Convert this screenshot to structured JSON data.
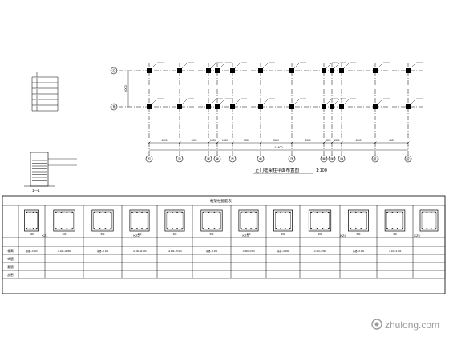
{
  "plan": {
    "title": "正门框架柱平面布置图",
    "scale": "1:100",
    "axes_horizontal": [
      "①",
      "②",
      "③",
      "④",
      "⑤",
      "⑥",
      "⑦",
      "⑧",
      "⑨",
      "⑩",
      "⑪",
      "⑫"
    ],
    "axes_vertical": [
      "Ⓒ",
      "Ⓑ"
    ],
    "dim_segments": [
      "4000",
      "4000",
      "1500",
      "1500",
      "3000",
      "3000",
      "3000",
      "1500",
      "1500",
      "4000",
      "4000"
    ],
    "dim_total": "14400",
    "dim_vertical": "6000"
  },
  "detail": {
    "label": "1—1"
  },
  "table": {
    "title": "框架柱配筋表",
    "groups": [
      "KZ1",
      "KZ2",
      "KZ3",
      "KZ4",
      "KZ5"
    ],
    "row_labels": [
      "标高",
      "纵筋",
      "箍筋",
      "加密"
    ],
    "elevations": [
      "基础~-0.100",
      "-0.100~12.950",
      "基础~-0.100",
      "-0.100~12.950",
      "12.950~15.950",
      "基础~-0.100",
      "-0.100~4.500",
      "基础~-0.100",
      "-0.100~4.500",
      "基础~-0.100",
      "-0.100~3.600"
    ],
    "dims": [
      "500",
      "400",
      "500",
      "400",
      "400",
      "500",
      "400",
      "400",
      "400",
      "500",
      "400"
    ]
  },
  "watermark": "zhulong.com"
}
